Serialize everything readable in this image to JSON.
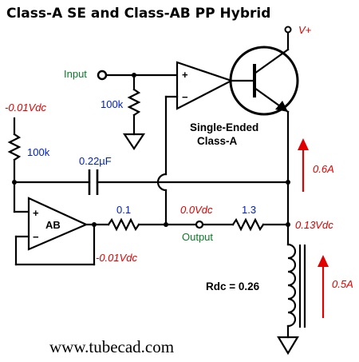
{
  "title": "Class-A SE and Class-AB PP Hybrid",
  "labels": {
    "vplus": "V+",
    "input": "Input",
    "r_input": "100k",
    "r_feedback": "100k",
    "cap": "0.22µF",
    "opamp_ab": "AB",
    "opamp_plus": "+",
    "opamp_minus": "−",
    "r_ab": "0.1",
    "r_se": "1.3",
    "output": "Output",
    "se_label_line1": "Single-Ended",
    "se_label_line2": "Class-A",
    "rdc": "Rdc = 0.26"
  },
  "voltages": {
    "bias_left": "-0.01Vdc",
    "ab_output": "-0.01Vdc",
    "output_node": "0.0Vdc",
    "se_node": "0.13Vdc"
  },
  "currents": {
    "se_current": "0.6A",
    "inductor_current": "0.5A"
  },
  "footer": "www.tubecad.com",
  "colors": {
    "voltage": "#e00000",
    "component_value": "#0020c8",
    "node_name": "#0c7a2a"
  }
}
